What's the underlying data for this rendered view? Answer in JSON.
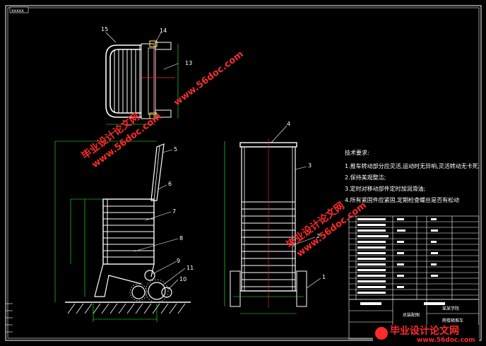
{
  "corner_tag": "xxxxx",
  "part_numbers": {
    "n1": "1",
    "n2": "2",
    "n3": "3",
    "n4": "4",
    "n5": "5",
    "n6": "6",
    "n7": "7",
    "n8": "8",
    "n9": "9",
    "n10": "10",
    "n11": "11",
    "n13": "13",
    "n14": "14",
    "n15": "15"
  },
  "tech_requirements": {
    "title": "技术要求:",
    "items": [
      "1.推车转动部分应灵活,运动时无异响,灵活转动无卡死;",
      "2.保持美观整洁;",
      "3.定时对移动部件定时加润滑油;",
      "4.所有紧固件应紧固,定期检查螺丝是否有松动"
    ]
  },
  "title_block": {
    "name": "爬楼梯推车",
    "school": "某某学院",
    "drawing_no": "总装配图"
  },
  "watermark": {
    "text1": "毕业设计论文网",
    "text2": "www.56doc.com",
    "bottom_cn": "毕业设计论文网",
    "bottom_url": "www.56doc.com"
  },
  "colors": {
    "line_white": "#ffffff",
    "line_green": "#29ff29",
    "line_red": "#ff2a2a",
    "line_yellow": "#ffff3a",
    "line_cyan": "#2affff",
    "watermark": "#ff2a2a"
  }
}
